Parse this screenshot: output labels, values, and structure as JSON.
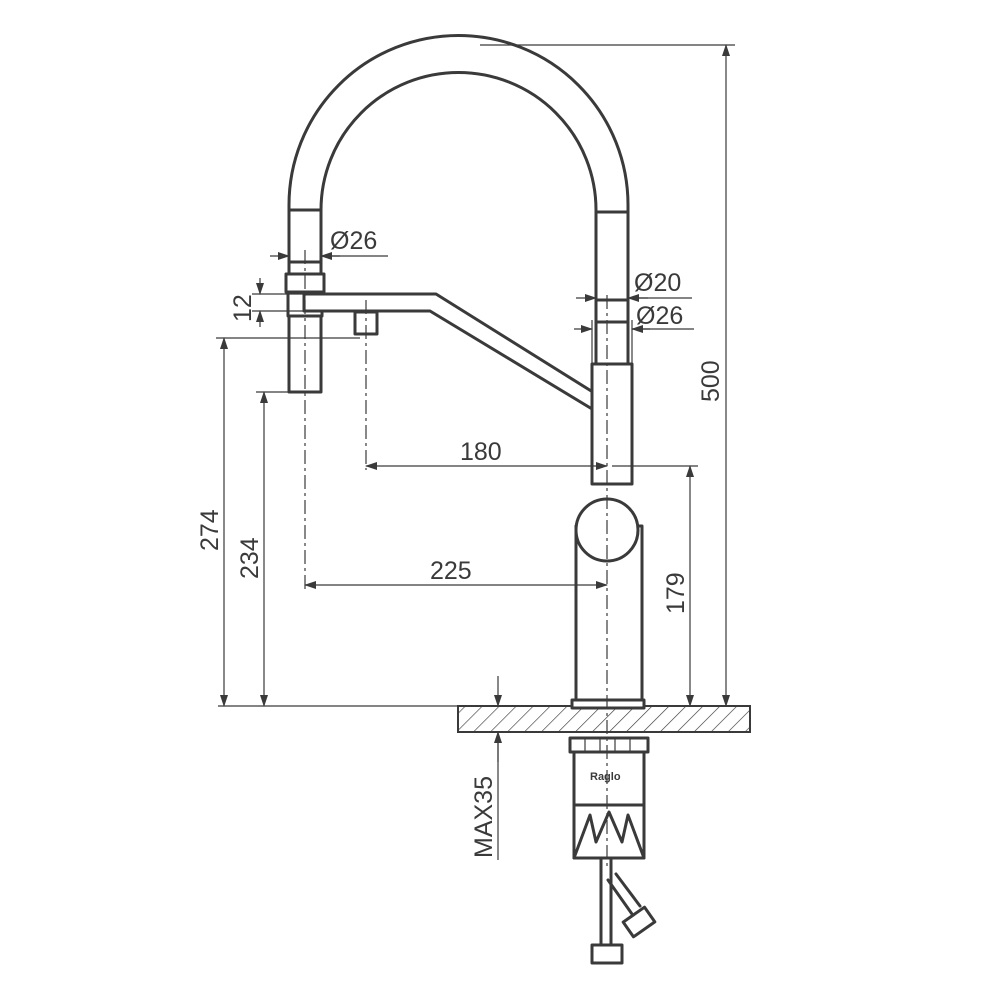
{
  "dimensions": {
    "dia_top": "Ø26",
    "dia_right_upper": "Ø20",
    "dia_right_lower": "Ø26",
    "height_12": "12",
    "total_height": "500",
    "reach_180": "180",
    "reach_225": "225",
    "height_274": "274",
    "height_234": "234",
    "height_179": "179",
    "max_35": "MAX35"
  },
  "brand": "Raglo"
}
